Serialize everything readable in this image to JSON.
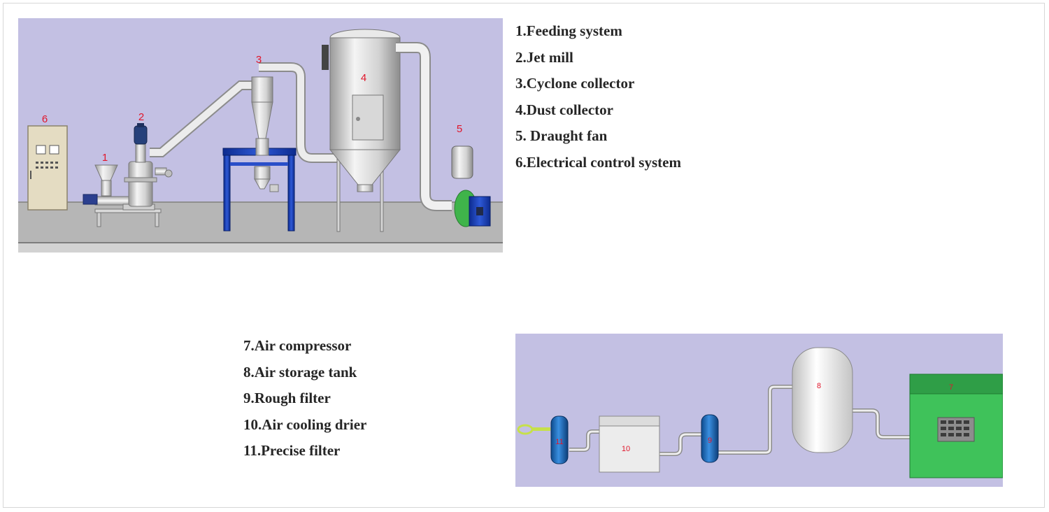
{
  "legend_top": {
    "items": [
      {
        "label": "1.Feeding system"
      },
      {
        "label": "2.Jet mill"
      },
      {
        "label": "3.Cyclone collector"
      },
      {
        "label": "4.Dust collector"
      },
      {
        "label": "5. Draught fan"
      },
      {
        "label": "6.Electrical control system"
      }
    ]
  },
  "legend_bottom": {
    "items": [
      {
        "label": "7.Air compressor"
      },
      {
        "label": "8.Air storage tank"
      },
      {
        "label": "9.Rough filter"
      },
      {
        "label": "10.Air cooling drier"
      },
      {
        "label": "11.Precise filter"
      }
    ]
  },
  "diagram_top": {
    "markers": {
      "feeding_system": "1",
      "jet_mill": "2",
      "cyclone_collector": "3",
      "dust_collector": "4",
      "draught_fan": "5",
      "electrical_control": "6"
    }
  },
  "diagram_bottom": {
    "markers": {
      "air_compressor": "7",
      "air_storage_tank": "8",
      "rough_filter": "9",
      "air_cooling_drier": "10",
      "precise_filter": "11"
    }
  },
  "colors": {
    "panel_background": "#c3c0e3",
    "floor": "#b2b2b2",
    "marker_text": "#e0162b",
    "equipment_blue": "#1a3fb5",
    "compressor_green": "#3fc25a",
    "cabinet": "#e4dcc2"
  }
}
